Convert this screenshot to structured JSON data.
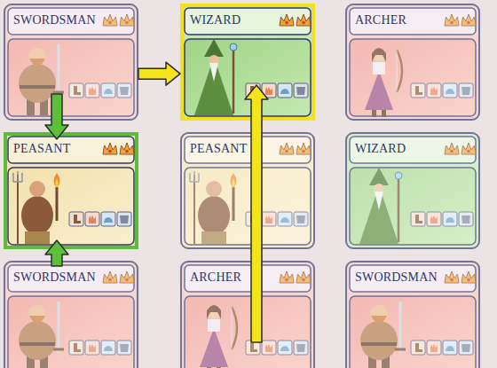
{
  "diagram": {
    "nodes": [
      {
        "text": [
          "SWORDSMAN"
        ]
      },
      {
        "text": [
          "WIZARD"
        ]
      },
      {
        "text": [
          "ARCHER"
        ]
      },
      {
        "text": [
          "PEASANT"
        ]
      },
      {
        "text": [
          "PEASANT"
        ]
      },
      {
        "text": [
          "WIZARD"
        ]
      },
      {
        "text": [
          "SWORDSMAN"
        ]
      },
      {
        "text": [
          "ARCHER"
        ]
      },
      {
        "text": [
          "SWORDSMAN"
        ]
      }
    ],
    "edges": [
      {
        "from": 0,
        "to": 1,
        "arrow": "to"
      },
      {
        "from": 0,
        "to": 3,
        "arrow": "to"
      },
      {
        "from": 6,
        "to": 3,
        "arrow": "to"
      },
      {
        "from": 7,
        "to": 1,
        "arrow": "to"
      }
    ]
  }
}
